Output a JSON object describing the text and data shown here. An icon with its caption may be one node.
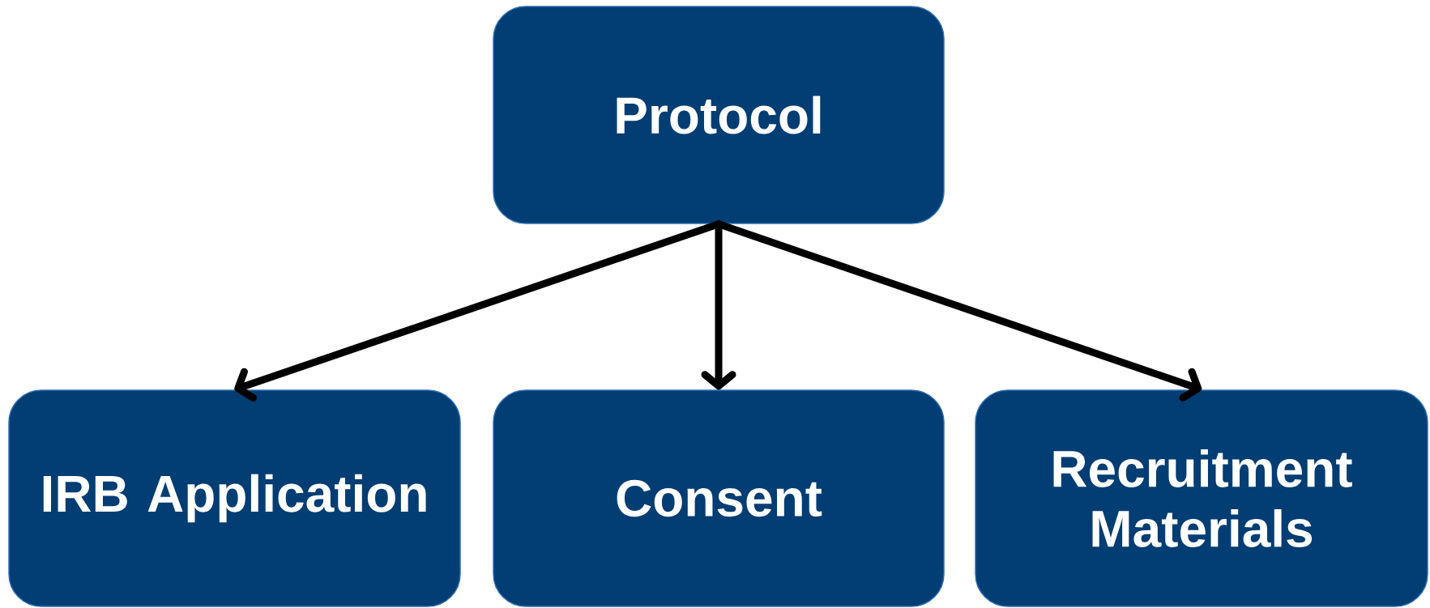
{
  "diagram": {
    "nodes": [
      {
        "text": [
          "Protocol"
        ]
      },
      {
        "text": [
          "IRB Application"
        ]
      },
      {
        "text": [
          "Consent"
        ]
      },
      {
        "text": [
          "Recruitment Materials"
        ]
      }
    ],
    "edges": [
      {
        "from": 0,
        "to": 1,
        "arrow": "to"
      },
      {
        "from": 0,
        "to": 2,
        "arrow": "to"
      },
      {
        "from": 0,
        "to": 3,
        "arrow": "to"
      }
    ]
  }
}
